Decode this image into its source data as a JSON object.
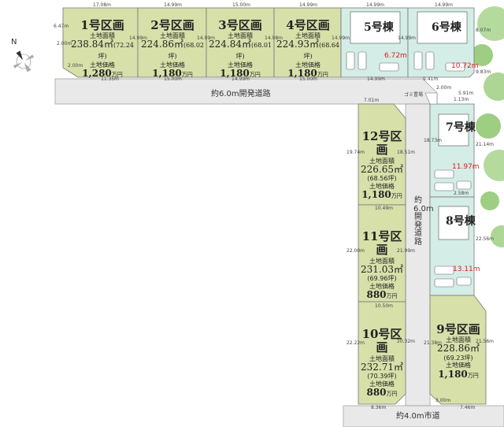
{
  "lots": [
    {
      "id": "1",
      "title": "1号区画",
      "area_label": "土地面積",
      "area": "238.84㎡",
      "tsubo": "(72.24坪)",
      "price_label": "土地価格",
      "price": "1,280",
      "unit": "万円"
    },
    {
      "id": "2",
      "title": "2号区画",
      "area_label": "土地面積",
      "area": "224.86㎡",
      "tsubo": "(68.02坪)",
      "price_label": "土地価格",
      "price": "1,180",
      "unit": "万円"
    },
    {
      "id": "3",
      "title": "3号区画",
      "area_label": "土地面積",
      "area": "224.84㎡",
      "tsubo": "(68.01坪)",
      "price_label": "土地価格",
      "price": "1,180",
      "unit": "万円"
    },
    {
      "id": "4",
      "title": "4号区画",
      "area_label": "土地面積",
      "area": "224.93㎡",
      "tsubo": "(68.64坪)",
      "price_label": "土地価格",
      "price": "1,180",
      "unit": "万円"
    },
    {
      "id": "12",
      "title": "12号区画",
      "area_label": "土地面積",
      "area": "226.65㎡",
      "tsubo": "(68.56坪)",
      "price_label": "土地価格",
      "price": "1,180",
      "unit": "万円"
    },
    {
      "id": "11",
      "title": "11号区画",
      "area_label": "土地面積",
      "area": "231.03㎡",
      "tsubo": "(69.96坪)",
      "price_label": "土地価格",
      "price": "880",
      "unit": "万円"
    },
    {
      "id": "10",
      "title": "10号区画",
      "area_label": "土地面積",
      "area": "232.71㎡",
      "tsubo": "(70.39坪)",
      "price_label": "土地価格",
      "price": "880",
      "unit": "万円"
    },
    {
      "id": "9",
      "title": "9号区画",
      "area_label": "土地面積",
      "area": "228.86㎡",
      "tsubo": "(69.23坪)",
      "price_label": "土地価格",
      "price": "1,180",
      "unit": "万円"
    }
  ],
  "houses": [
    {
      "id": "5",
      "title": "5号棟",
      "frontage": "6.72m"
    },
    {
      "id": "6",
      "title": "6号棟",
      "frontage": "10.72m"
    },
    {
      "id": "7",
      "title": "7号棟",
      "frontage": "11.97m"
    },
    {
      "id": "8",
      "title": "8号棟",
      "frontage": "13.11m"
    }
  ],
  "roads": {
    "main_horizontal": "約6.0m開発道路",
    "vertical": "約6.0m開発道路",
    "city_road": "約4.0m市道"
  },
  "labels": {
    "garbage": "ゴミ置場",
    "compass_north": "N"
  },
  "dimensions": [
    "17.08m",
    "14.99m",
    "15.00m",
    "14.99m",
    "14.99m",
    "14.99m",
    "11.35m",
    "15.00m",
    "14.99m",
    "15.00m",
    "14.99m",
    "9.41m",
    "2.00m",
    "6.47m",
    "2.00m",
    "14.99m",
    "14.99m",
    "14.98m",
    "14.99m",
    "14.99m",
    "8.07m",
    "9.83m",
    "7.01m",
    "1.13m",
    "5.91m",
    "18.73m",
    "19.74m",
    "18.51m",
    "10.49m",
    "21.14m",
    "21.99m",
    "22.00m",
    "10.50m",
    "20.32m",
    "22.22m",
    "21.38m",
    "8.36m",
    "3.00m",
    "7.46m",
    "22.56m",
    "21.56m",
    "2.00m",
    "2.58m"
  ],
  "colors": {
    "lot_fill": "#d7e0a9",
    "house_fill": "#d4ede6",
    "road_fill": "#e9e9e9",
    "frontage_text": "#d62020",
    "tree_green": "#8dc66d"
  }
}
